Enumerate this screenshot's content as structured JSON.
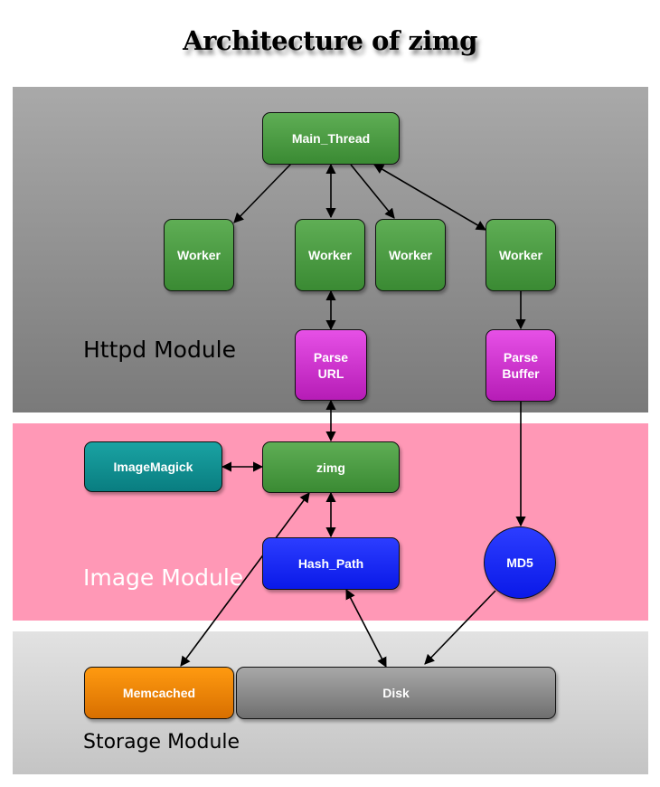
{
  "title": "Architecture of zimg",
  "modules": {
    "httpd": "Httpd Module",
    "image": "Image Module",
    "storage": "Storage Module"
  },
  "nodes": {
    "main_thread": "Main_Thread",
    "worker_1": "Worker",
    "worker_2": "Worker",
    "worker_3": "Worker",
    "worker_4": "Worker",
    "parse_url": "Parse\nURL",
    "parse_buffer": "Parse\nBuffer",
    "imagemagick": "ImageMagick",
    "zimg": "zimg",
    "hash_path": "Hash_Path",
    "md5": "MD5",
    "memcached": "Memcached",
    "disk": "Disk"
  },
  "colors": {
    "httpd_panel": "#8f8f8f",
    "image_panel": "#ff98b6",
    "storage_panel": "#d4d4d4",
    "green_node": "#4a9a42",
    "teal_node": "#0f8f91",
    "blue_node": "#1426f5",
    "magenta_node": "#cc33cc",
    "orange_node": "#e98400",
    "gray_node": "#8c8c8c"
  },
  "edges": [
    {
      "from": "main_thread",
      "to": "worker_1",
      "direction": "forward"
    },
    {
      "from": "main_thread",
      "to": "worker_2",
      "direction": "both"
    },
    {
      "from": "main_thread",
      "to": "worker_3",
      "direction": "forward"
    },
    {
      "from": "main_thread",
      "to": "worker_4",
      "direction": "both"
    },
    {
      "from": "worker_2",
      "to": "parse_url",
      "direction": "both"
    },
    {
      "from": "worker_4",
      "to": "parse_buffer",
      "direction": "forward"
    },
    {
      "from": "parse_url",
      "to": "zimg",
      "direction": "both"
    },
    {
      "from": "parse_buffer",
      "to": "md5",
      "direction": "forward"
    },
    {
      "from": "imagemagick",
      "to": "zimg",
      "direction": "both"
    },
    {
      "from": "zimg",
      "to": "hash_path",
      "direction": "both"
    },
    {
      "from": "zimg",
      "to": "memcached",
      "direction": "both"
    },
    {
      "from": "hash_path",
      "to": "disk",
      "direction": "both"
    },
    {
      "from": "md5",
      "to": "disk",
      "direction": "forward"
    }
  ]
}
